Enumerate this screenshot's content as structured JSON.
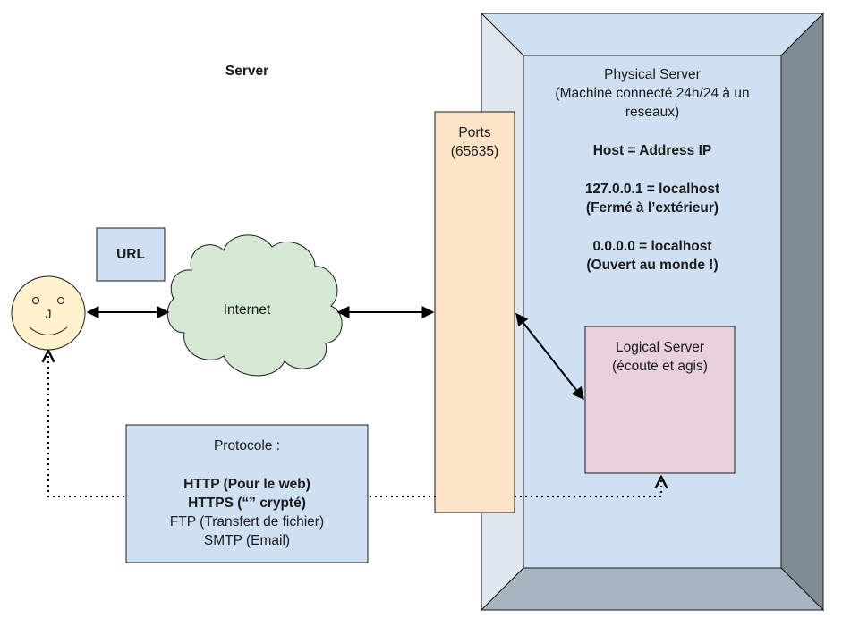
{
  "title": "Server",
  "url_label": "URL",
  "user_initial": "J",
  "internet_label": "Internet",
  "ports": {
    "line1": "Ports",
    "line2": "(65635)"
  },
  "physical_server": {
    "title": "Physical Server",
    "subtitle1": "(Machine connecté 24h/24 à un",
    "subtitle2": "reseaux)",
    "host": "Host = Address IP",
    "local1": "127.0.0.1 = localhost",
    "local1_note": "(Fermé à l’extérieur)",
    "local2": "0.0.0.0 = localhost",
    "local2_note": "(Ouvert au monde !)"
  },
  "logical_server": {
    "title": "Logical Server",
    "subtitle": "(écoute et agis)"
  },
  "protocole": {
    "title": "Protocole :",
    "http": "HTTP (Pour le web)",
    "https": "HTTPS (“” crypté)",
    "ftp": "FTP (Transfert de fichier)",
    "smtp": "SMTP (Email)"
  },
  "colors": {
    "blue_fill": "#cfe0f2",
    "bevel_left": "#dfe8f0",
    "bevel_right": "#808a93",
    "bevel_bottom": "#a7b5c3",
    "ports_fill": "#fde4c8",
    "logical_fill": "#e8d0dc",
    "cloud_fill": "#d5e8d4",
    "smiley_fill": "#fff2cc"
  }
}
